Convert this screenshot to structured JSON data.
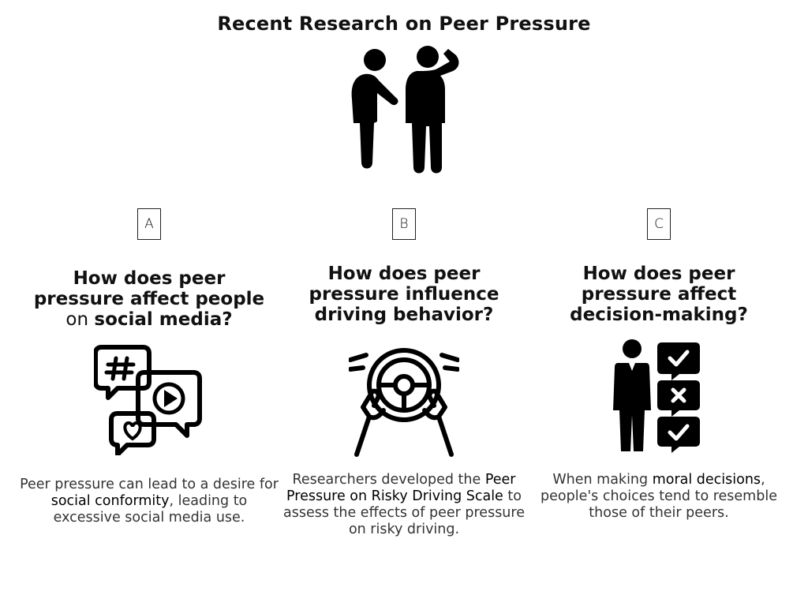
{
  "title": "Recent Research on Peer Pressure",
  "colors": {
    "ink": "#111111",
    "text": "#333333",
    "background": "#ffffff"
  },
  "icons": {
    "hero": "two-people-talking-icon",
    "a": "social-media-chat-bubbles-icon",
    "b": "hands-on-steering-wheel-icon",
    "c": "person-with-decision-checklist-icon"
  },
  "sections": [
    {
      "label": "A",
      "question": {
        "line1": "How does peer",
        "line2": "pressure affect people",
        "line3_pre": "on ",
        "line3_em": "social media",
        "line3_post": "?"
      },
      "body": {
        "pre": "Peer pressure can lead to a desire for ",
        "em": "social conformity",
        "post": ", leading to excessive social media use."
      }
    },
    {
      "label": "B",
      "question": {
        "line1": "How does peer",
        "line2": "pressure influence",
        "line3_pre": "",
        "line3_em": "driving behavior",
        "line3_post": "?"
      },
      "body": {
        "pre": "Researchers developed the ",
        "em": "Peer Pressure on Risky Driving Scale",
        "post": " to assess the effects of peer pressure on risky driving."
      }
    },
    {
      "label": "C",
      "question": {
        "line1": "How does peer",
        "line2": "pressure affect",
        "line3_pre": "",
        "line3_em": "decision-making",
        "line3_post": "?"
      },
      "body": {
        "pre": "When making ",
        "em": "moral decisions",
        "post": ", people's choices tend to resemble those of their peers."
      }
    }
  ]
}
